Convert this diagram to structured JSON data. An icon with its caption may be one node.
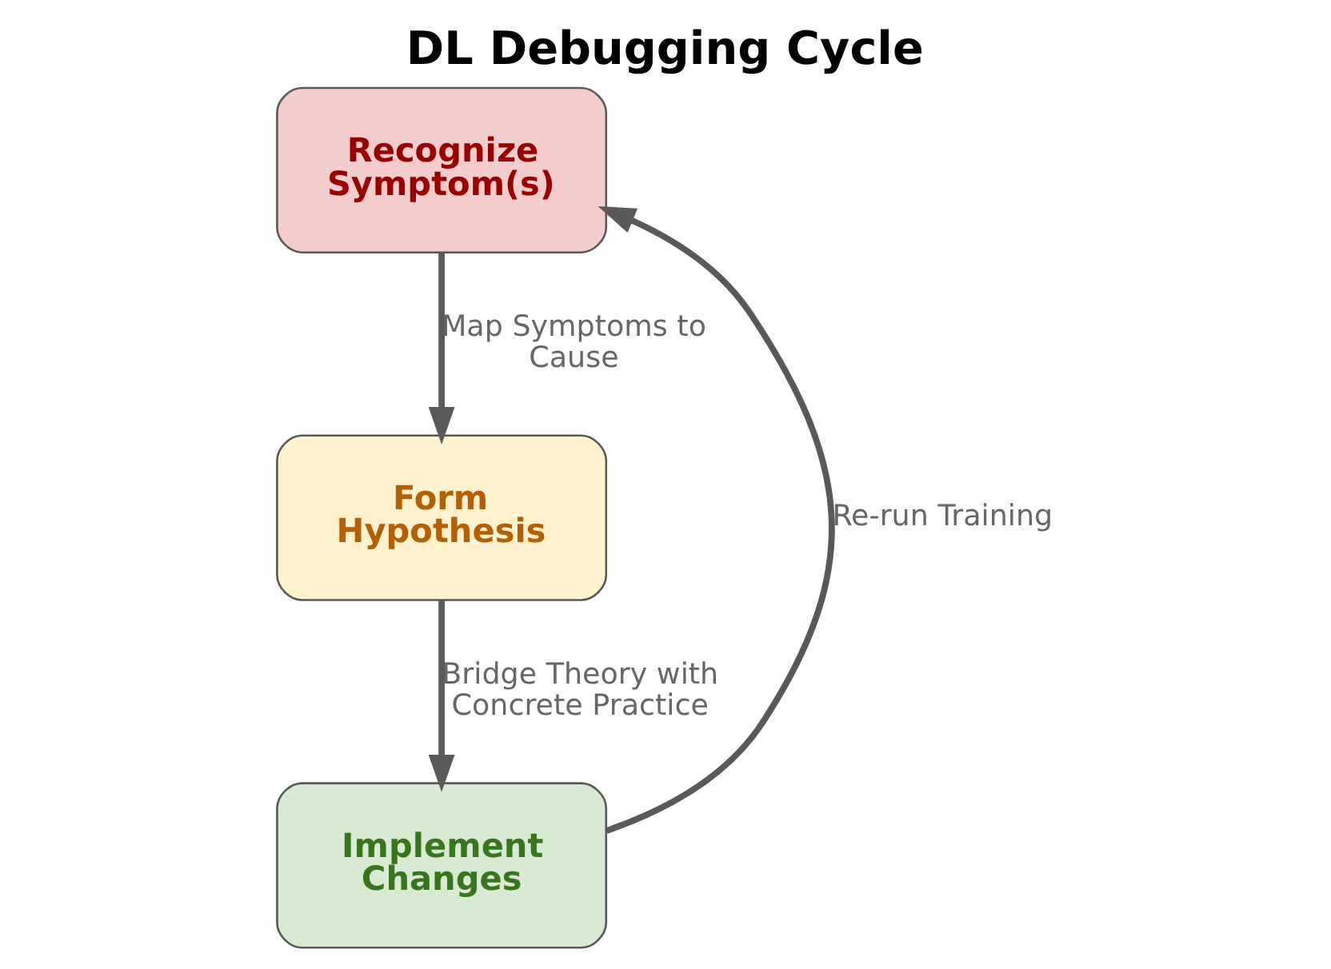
{
  "diagram": {
    "title": "DL Debugging Cycle",
    "nodes": [
      {
        "text": [
          "Recognize Symptom(s)"
        ]
      },
      {
        "text": [
          "Form Hypothesis"
        ]
      },
      {
        "text": [
          "Implement Changes"
        ]
      }
    ],
    "edges": [
      {
        "from": 0,
        "to": 1,
        "arrow": "to",
        "label": "Map Symptoms to Cause"
      },
      {
        "from": 1,
        "to": 2,
        "arrow": "to",
        "label": "Bridge Theory with Concrete Practice"
      },
      {
        "from": 2,
        "to": 0,
        "arrow": "to",
        "label": "Re-run Training"
      }
    ]
  }
}
